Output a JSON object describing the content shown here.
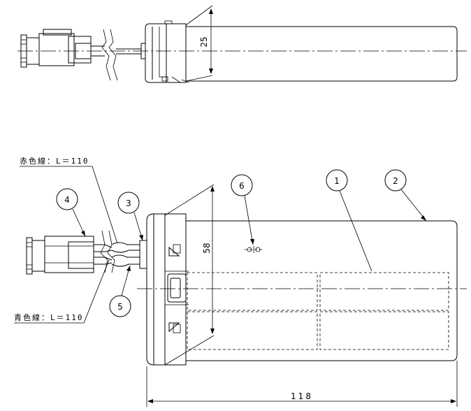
{
  "dimensions": {
    "top_height": "25",
    "bottom_height": "58",
    "length": "118"
  },
  "wire_labels": {
    "red": "赤色線：L＝110",
    "blue": "青色線：L＝110"
  },
  "balloons": [
    "1",
    "2",
    "3",
    "4",
    "5",
    "6"
  ]
}
